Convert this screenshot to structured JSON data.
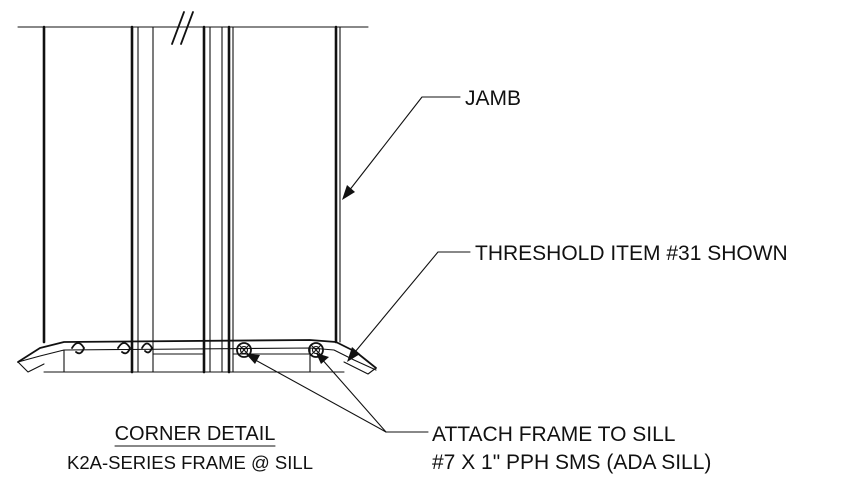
{
  "labels": {
    "jamb": "JAMB",
    "threshold": "THRESHOLD ITEM #31 SHOWN",
    "attach_line1": "ATTACH FRAME TO SILL",
    "attach_line2": "#7 X 1\" PPH SMS (ADA SILL)"
  },
  "caption": {
    "title": "CORNER DETAIL",
    "subtitle": "K2A-SERIES FRAME @ SILL"
  }
}
